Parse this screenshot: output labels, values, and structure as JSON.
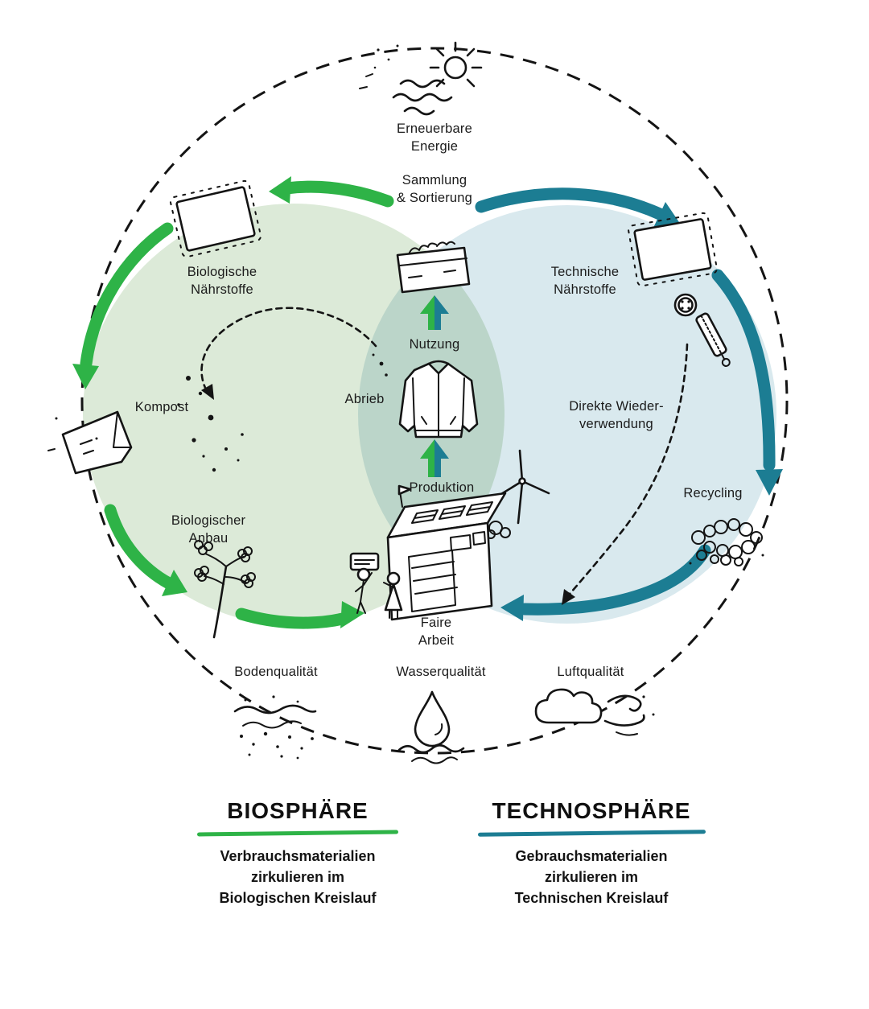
{
  "diagram": {
    "labels": {
      "erneuerbare_energie": "Erneuerbare\nEnergie",
      "sammlung_sortierung": "Sammlung\n& Sortierung",
      "biologische_naehrstoffe": "Biologische\nNährstoffe",
      "technische_naehrstoffe": "Technische\nNährstoffe",
      "nutzung": "Nutzung",
      "abrieb": "Abrieb",
      "kompost": "Kompost",
      "direkte_wiederverwendung": "Direkte Wieder-\nverwendung",
      "recycling": "Recycling",
      "biologischer_anbau": "Biologischer\nAnbau",
      "produktion": "Produktion",
      "faire_arbeit": "Faire\nArbeit",
      "bodenqualitaet": "Bodenqualität",
      "wasserqualitaet": "Wasserqualität",
      "luftqualitaet": "Luftqualität"
    }
  },
  "legend": {
    "biosphere": {
      "title": "BIOSPHÄRE",
      "description": "Verbrauchsmaterialien\nzirkulieren im\nBiologischen Kreislauf"
    },
    "technosphere": {
      "title": "TECHNOSPHÄRE",
      "description": "Gebrauchsmaterialien\nzirkulieren im\nTechnischen Kreislauf"
    }
  },
  "colors": {
    "accent_green": "#2eb347",
    "accent_teal": "#1c7d93",
    "biosphere_fill": "#dcead8",
    "technosphere_fill": "#d9e9ee",
    "ink": "#141414"
  }
}
